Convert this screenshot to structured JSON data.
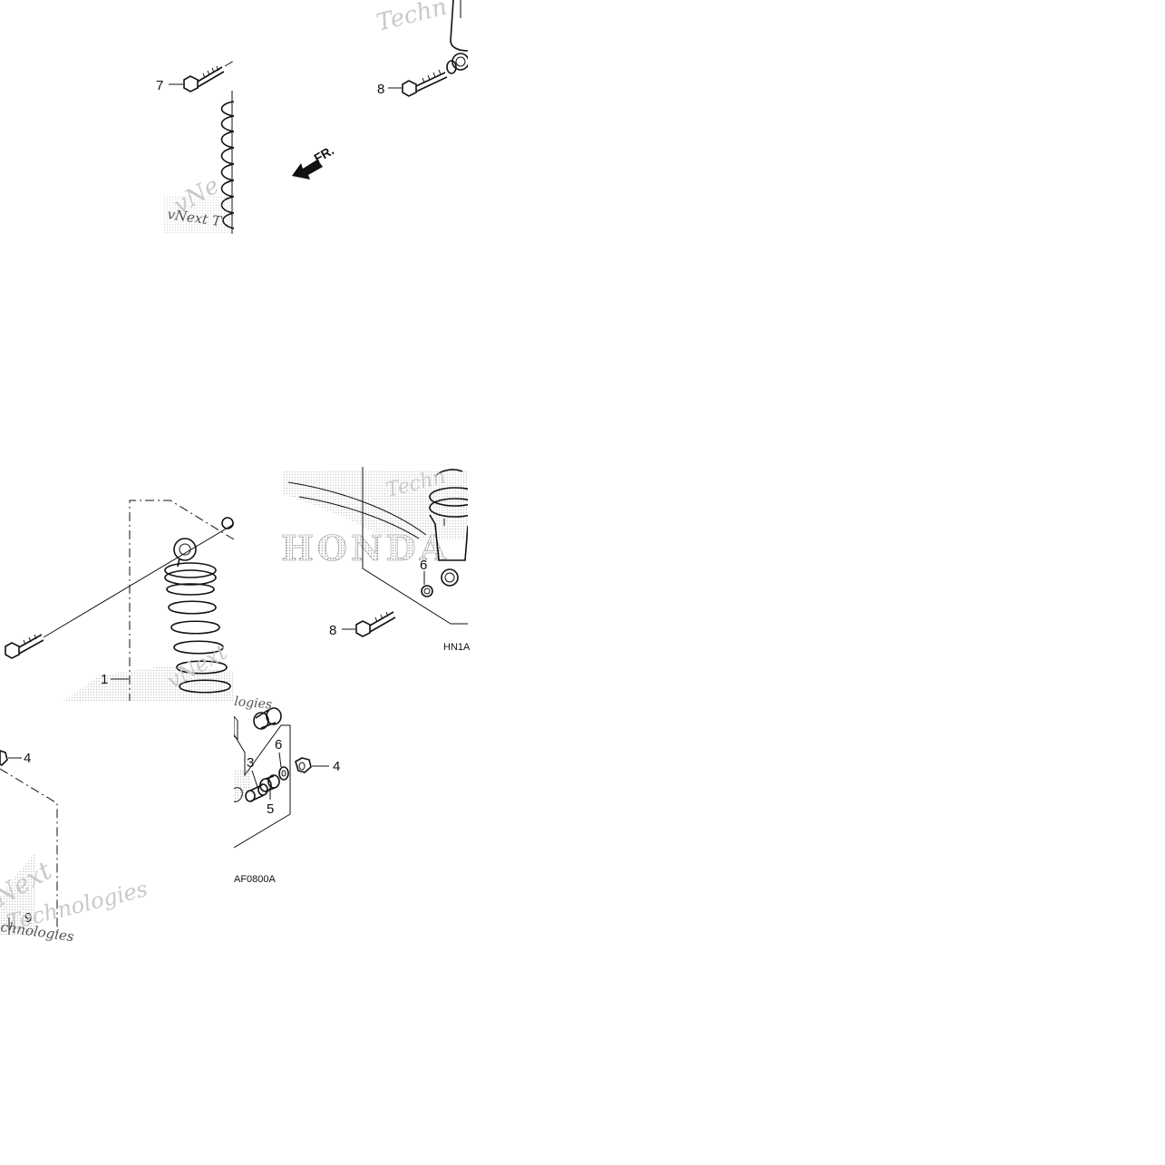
{
  "diagram": {
    "callouts": [
      "7",
      "8",
      "1",
      "4",
      "9",
      "3",
      "6",
      "5",
      "4",
      "6",
      "8"
    ],
    "front_arrow_label": "FR.",
    "drawing_codes": [
      "HN1A",
      "AF0800A"
    ],
    "watermarks": [
      "Techn",
      "vNext T",
      "vNe",
      "Techn",
      "vNext",
      "logies",
      "Next",
      "Technologies",
      "chnologies"
    ],
    "logo_text": "HONDA"
  }
}
